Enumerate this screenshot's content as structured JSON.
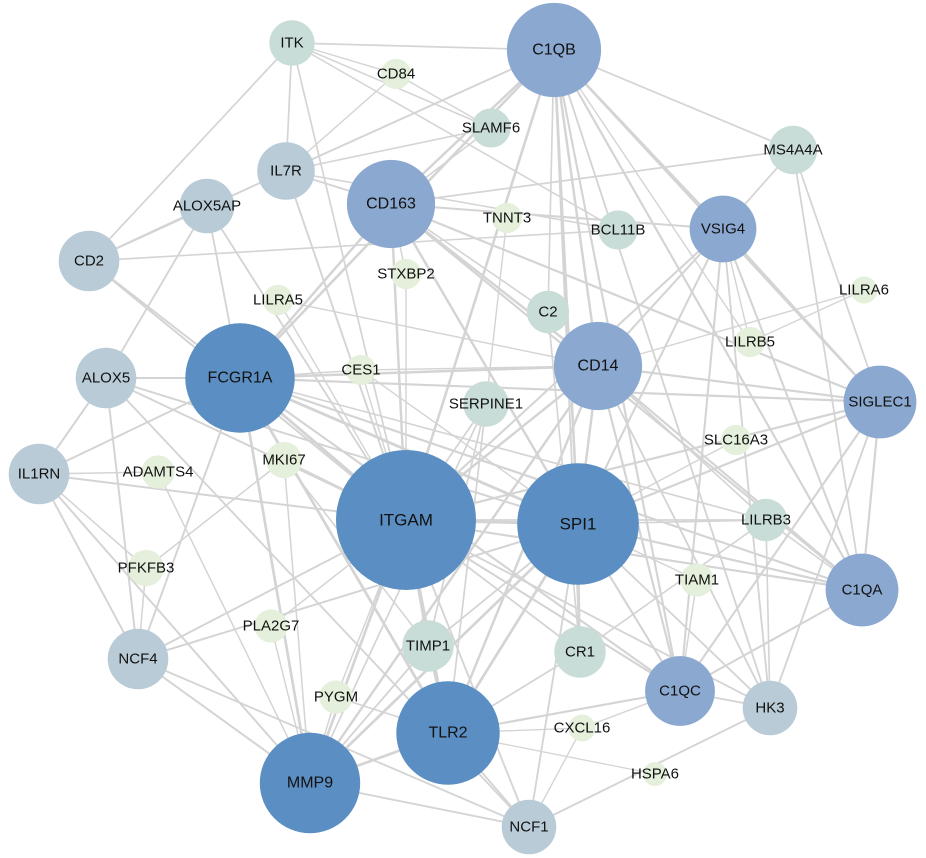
{
  "colors": {
    "background": "#ffffff",
    "edge": "#d4d4d4",
    "node_high": "#5b8ec2",
    "node_mid": "#8aa8d0",
    "node_low": "#b8cbd6",
    "node_teal": "#c8ddd8",
    "node_min": "#e4f0dc",
    "label": "#111111"
  },
  "network": {
    "nodes": [
      {
        "id": "ITGAM",
        "label": "ITGAM",
        "degree": 40
      },
      {
        "id": "SPI1",
        "label": "SPI1",
        "degree": 34
      },
      {
        "id": "FCGR1A",
        "label": "FCGR1A",
        "degree": 30
      },
      {
        "id": "TLR2",
        "label": "TLR2",
        "degree": 28
      },
      {
        "id": "MMP9",
        "label": "MMP9",
        "degree": 27
      },
      {
        "id": "C1QB",
        "label": "C1QB",
        "degree": 25
      },
      {
        "id": "CD163",
        "label": "CD163",
        "degree": 23
      },
      {
        "id": "CD14",
        "label": "CD14",
        "degree": 23
      },
      {
        "id": "SIGLEC1",
        "label": "SIGLEC1",
        "degree": 18
      },
      {
        "id": "C1QA",
        "label": "C1QA",
        "degree": 18
      },
      {
        "id": "C1QC",
        "label": "C1QC",
        "degree": 17
      },
      {
        "id": "VSIG4",
        "label": "VSIG4",
        "degree": 16
      },
      {
        "id": "NCF4",
        "label": "NCF4",
        "degree": 14
      },
      {
        "id": "CD2",
        "label": "CD2",
        "degree": 14
      },
      {
        "id": "IL1RN",
        "label": "IL1RN",
        "degree": 14
      },
      {
        "id": "ALOX5",
        "label": "ALOX5",
        "degree": 14
      },
      {
        "id": "IL7R",
        "label": "IL7R",
        "degree": 13
      },
      {
        "id": "ALOX5AP",
        "label": "ALOX5AP",
        "degree": 12
      },
      {
        "id": "NCF1",
        "label": "NCF1",
        "degree": 12
      },
      {
        "id": "HK3",
        "label": "HK3",
        "degree": 12
      },
      {
        "id": "CR1",
        "label": "CR1",
        "degree": 11
      },
      {
        "id": "TIMP1",
        "label": "TIMP1",
        "degree": 11
      },
      {
        "id": "MS4A4A",
        "label": "MS4A4A",
        "degree": 10
      },
      {
        "id": "ITK",
        "label": "ITK",
        "degree": 9
      },
      {
        "id": "SERPINE1",
        "label": "SERPINE1",
        "degree": 9
      },
      {
        "id": "LILRB3",
        "label": "LILRB3",
        "degree": 8
      },
      {
        "id": "C2",
        "label": "C2",
        "degree": 8
      },
      {
        "id": "BCL11B",
        "label": "BCL11B",
        "degree": 7
      },
      {
        "id": "SLAMF6",
        "label": "SLAMF6",
        "degree": 7
      },
      {
        "id": "MKI67",
        "label": "MKI67",
        "degree": 6
      },
      {
        "id": "PFKFB3",
        "label": "PFKFB3",
        "degree": 6
      },
      {
        "id": "PYGM",
        "label": "PYGM",
        "degree": 5
      },
      {
        "id": "ADAMTS4",
        "label": "ADAMTS4",
        "degree": 5
      },
      {
        "id": "PLA2G7",
        "label": "PLA2G7",
        "degree": 5
      },
      {
        "id": "TIAM1",
        "label": "TIAM1",
        "degree": 5
      },
      {
        "id": "CD84",
        "label": "CD84",
        "degree": 4
      },
      {
        "id": "TNNT3",
        "label": "TNNT3",
        "degree": 4
      },
      {
        "id": "STXBP2",
        "label": "STXBP2",
        "degree": 4
      },
      {
        "id": "LILRA5",
        "label": "LILRA5",
        "degree": 4
      },
      {
        "id": "CES1",
        "label": "CES1",
        "degree": 4
      },
      {
        "id": "LILRB5",
        "label": "LILRB5",
        "degree": 4
      },
      {
        "id": "SLC16A3",
        "label": "SLC16A3",
        "degree": 4
      },
      {
        "id": "LILRA6",
        "label": "LILRA6",
        "degree": 3
      },
      {
        "id": "CXCL16",
        "label": "CXCL16",
        "degree": 3
      },
      {
        "id": "HSPA6",
        "label": "HSPA6",
        "degree": 2
      }
    ],
    "edges": [
      [
        "ITGAM",
        "SPI1"
      ],
      [
        "ITGAM",
        "FCGR1A"
      ],
      [
        "ITGAM",
        "TLR2"
      ],
      [
        "ITGAM",
        "MMP9"
      ],
      [
        "ITGAM",
        "C1QB"
      ],
      [
        "ITGAM",
        "CD163"
      ],
      [
        "ITGAM",
        "CD14"
      ],
      [
        "ITGAM",
        "SIGLEC1"
      ],
      [
        "ITGAM",
        "C1QA"
      ],
      [
        "ITGAM",
        "C1QC"
      ],
      [
        "ITGAM",
        "VSIG4"
      ],
      [
        "ITGAM",
        "NCF4"
      ],
      [
        "ITGAM",
        "CD2"
      ],
      [
        "ITGAM",
        "IL1RN"
      ],
      [
        "ITGAM",
        "ALOX5"
      ],
      [
        "ITGAM",
        "IL7R"
      ],
      [
        "ITGAM",
        "NCF1"
      ],
      [
        "ITGAM",
        "HK3"
      ],
      [
        "ITGAM",
        "CR1"
      ],
      [
        "ITGAM",
        "TIMP1"
      ],
      [
        "ITGAM",
        "ITK"
      ],
      [
        "ITGAM",
        "SERPINE1"
      ],
      [
        "ITGAM",
        "MKI67"
      ],
      [
        "ITGAM",
        "PYGM"
      ],
      [
        "ITGAM",
        "CES1"
      ],
      [
        "ITGAM",
        "LILRB3"
      ],
      [
        "ITGAM",
        "ALOX5AP"
      ],
      [
        "ITGAM",
        "PLA2G7"
      ],
      [
        "ITGAM",
        "STXBP2"
      ],
      [
        "ITGAM",
        "LILRA5"
      ],
      [
        "SPI1",
        "FCGR1A"
      ],
      [
        "SPI1",
        "TLR2"
      ],
      [
        "SPI1",
        "MMP9"
      ],
      [
        "SPI1",
        "C1QB"
      ],
      [
        "SPI1",
        "CD163"
      ],
      [
        "SPI1",
        "CD14"
      ],
      [
        "SPI1",
        "SIGLEC1"
      ],
      [
        "SPI1",
        "C1QA"
      ],
      [
        "SPI1",
        "C1QC"
      ],
      [
        "SPI1",
        "VSIG4"
      ],
      [
        "SPI1",
        "NCF1"
      ],
      [
        "SPI1",
        "HK3"
      ],
      [
        "SPI1",
        "CR1"
      ],
      [
        "SPI1",
        "TIMP1"
      ],
      [
        "SPI1",
        "LILRB3"
      ],
      [
        "SPI1",
        "TIAM1"
      ],
      [
        "SPI1",
        "SLC16A3"
      ],
      [
        "SPI1",
        "CES1"
      ],
      [
        "SPI1",
        "NCF4"
      ],
      [
        "SPI1",
        "ALOX5"
      ],
      [
        "FCGR1A",
        "TLR2"
      ],
      [
        "FCGR1A",
        "MMP9"
      ],
      [
        "FCGR1A",
        "C1QB"
      ],
      [
        "FCGR1A",
        "CD163"
      ],
      [
        "FCGR1A",
        "CD14"
      ],
      [
        "FCGR1A",
        "SIGLEC1"
      ],
      [
        "FCGR1A",
        "C1QA"
      ],
      [
        "FCGR1A",
        "C1QC"
      ],
      [
        "FCGR1A",
        "CD2"
      ],
      [
        "FCGR1A",
        "ALOX5"
      ],
      [
        "FCGR1A",
        "IL1RN"
      ],
      [
        "FCGR1A",
        "ALOX5AP"
      ],
      [
        "FCGR1A",
        "CES1"
      ],
      [
        "FCGR1A",
        "LILRB3"
      ],
      [
        "FCGR1A",
        "NCF4"
      ],
      [
        "TLR2",
        "MMP9"
      ],
      [
        "TLR2",
        "CD14"
      ],
      [
        "TLR2",
        "NCF1"
      ],
      [
        "TLR2",
        "TIMP1"
      ],
      [
        "TLR2",
        "CR1"
      ],
      [
        "TLR2",
        "C1QC"
      ],
      [
        "TLR2",
        "PYGM"
      ],
      [
        "TLR2",
        "HSPA6"
      ],
      [
        "TLR2",
        "CXCL16"
      ],
      [
        "TLR2",
        "SERPINE1"
      ],
      [
        "MMP9",
        "NCF1"
      ],
      [
        "MMP9",
        "TIMP1"
      ],
      [
        "MMP9",
        "NCF4"
      ],
      [
        "MMP9",
        "PLA2G7"
      ],
      [
        "MMP9",
        "PYGM"
      ],
      [
        "MMP9",
        "ADAMTS4"
      ],
      [
        "MMP9",
        "IL1RN"
      ],
      [
        "MMP9",
        "CD14"
      ],
      [
        "MMP9",
        "SERPINE1"
      ],
      [
        "MMP9",
        "MKI67"
      ],
      [
        "C1QB",
        "C1QA"
      ],
      [
        "C1QB",
        "C1QC"
      ],
      [
        "C1QB",
        "CD163"
      ],
      [
        "C1QB",
        "VSIG4"
      ],
      [
        "C1QB",
        "CD14"
      ],
      [
        "C1QB",
        "SIGLEC1"
      ],
      [
        "C1QB",
        "MS4A4A"
      ],
      [
        "C1QB",
        "C2"
      ],
      [
        "C1QB",
        "IL7R"
      ],
      [
        "C1QB",
        "ITK"
      ],
      [
        "C1QB",
        "CR1"
      ],
      [
        "C1QB",
        "HK3"
      ],
      [
        "C1QB",
        "LILRB5"
      ],
      [
        "CD163",
        "CD14"
      ],
      [
        "CD163",
        "VSIG4"
      ],
      [
        "CD163",
        "SIGLEC1"
      ],
      [
        "CD163",
        "C1QA"
      ],
      [
        "CD163",
        "MS4A4A"
      ],
      [
        "CD163",
        "IL7R"
      ],
      [
        "CD163",
        "SLAMF6"
      ],
      [
        "CD163",
        "STXBP2"
      ],
      [
        "CD163",
        "C2"
      ],
      [
        "CD14",
        "SIGLEC1"
      ],
      [
        "CD14",
        "C1QA"
      ],
      [
        "CD14",
        "C1QC"
      ],
      [
        "CD14",
        "VSIG4"
      ],
      [
        "CD14",
        "HK3"
      ],
      [
        "CD14",
        "LILRB3"
      ],
      [
        "CD14",
        "LILRA5"
      ],
      [
        "CD14",
        "CES1"
      ],
      [
        "CD14",
        "LILRA6"
      ],
      [
        "SIGLEC1",
        "C1QA"
      ],
      [
        "SIGLEC1",
        "VSIG4"
      ],
      [
        "SIGLEC1",
        "MS4A4A"
      ],
      [
        "SIGLEC1",
        "C1QC"
      ],
      [
        "SIGLEC1",
        "HK3"
      ],
      [
        "C1QA",
        "C1QC"
      ],
      [
        "C1QA",
        "VSIG4"
      ],
      [
        "C1QA",
        "MS4A4A"
      ],
      [
        "C1QA",
        "LILRB3"
      ],
      [
        "C1QC",
        "VSIG4"
      ],
      [
        "C1QC",
        "HK3"
      ],
      [
        "C1QC",
        "CXCL16"
      ],
      [
        "C1QC",
        "TIAM1"
      ],
      [
        "VSIG4",
        "MS4A4A"
      ],
      [
        "VSIG4",
        "LILRB5"
      ],
      [
        "VSIG4",
        "HK3"
      ],
      [
        "NCF4",
        "NCF1"
      ],
      [
        "NCF4",
        "IL1RN"
      ],
      [
        "NCF4",
        "PFKFB3"
      ],
      [
        "NCF4",
        "ALOX5"
      ],
      [
        "CD2",
        "ITK"
      ],
      [
        "CD2",
        "IL7R"
      ],
      [
        "CD2",
        "ALOX5AP"
      ],
      [
        "CD2",
        "BCL11B"
      ],
      [
        "IL1RN",
        "ALOX5"
      ],
      [
        "IL1RN",
        "ADAMTS4"
      ],
      [
        "IL1RN",
        "PFKFB3"
      ],
      [
        "ALOX5",
        "ALOX5AP"
      ],
      [
        "ALOX5",
        "NCF1"
      ],
      [
        "IL7R",
        "ITK"
      ],
      [
        "IL7R",
        "CD84"
      ],
      [
        "IL7R",
        "SLAMF6"
      ],
      [
        "IL7R",
        "BCL11B"
      ],
      [
        "ITK",
        "SLAMF6"
      ],
      [
        "ITK",
        "CD84"
      ],
      [
        "ITK",
        "BCL11B"
      ],
      [
        "NCF1",
        "HK3"
      ],
      [
        "NCF1",
        "CXCL16"
      ],
      [
        "CR1",
        "C2"
      ],
      [
        "CR1",
        "LILRB3"
      ],
      [
        "TIMP1",
        "SERPINE1"
      ],
      [
        "TIMP1",
        "MKI67"
      ],
      [
        "SLAMF6",
        "CD84"
      ],
      [
        "SERPINE1",
        "TNNT3"
      ],
      [
        "HK3",
        "LILRB3"
      ],
      [
        "MKI67",
        "PFKFB3"
      ],
      [
        "LILRB5",
        "LILRA6"
      ]
    ]
  }
}
